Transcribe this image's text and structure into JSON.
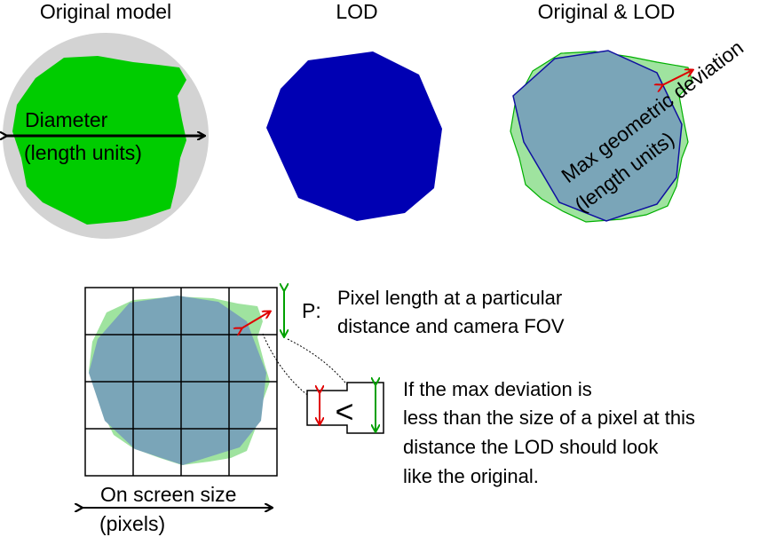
{
  "panels": {
    "original": {
      "title": "Original model",
      "diameter_label": "Diameter",
      "units_label": "(length units)"
    },
    "lod": {
      "title": "LOD"
    },
    "overlay": {
      "title": "Original & LOD",
      "deviation_label": "Max geometric deviation",
      "units_label": "(length units)"
    }
  },
  "screen": {
    "pixel_symbol": "P:",
    "pixel_desc_line1": "Pixel length at a particular",
    "pixel_desc_line2": "distance and camera FOV",
    "compare_symbol": "<",
    "screen_size_label": "On screen size",
    "screen_size_units": "(pixels)",
    "conclusion": [
      "If the max deviation is",
      "less than the size of a pixel at this",
      "distance the LOD should look",
      "like the original."
    ]
  },
  "colors": {
    "original_fill": "#00cc00",
    "bounding_circle": "#d3d3d3",
    "lod_fill": "#0000b3",
    "overlay_fill": "#7aa5b8",
    "light_green": "#9fe39f",
    "deviation_arrow": "#e00000",
    "pixel_arrow": "#00a000"
  }
}
